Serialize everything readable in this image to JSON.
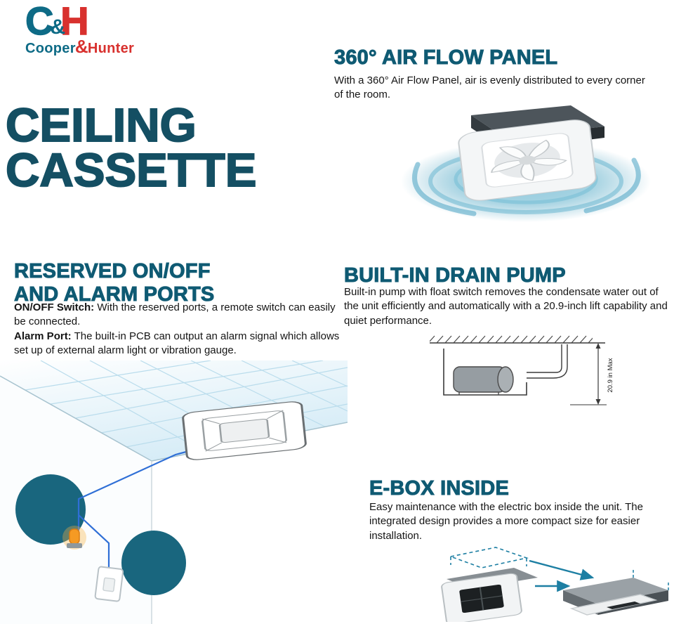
{
  "brand": {
    "mark_c": "C",
    "mark_amp": "&",
    "mark_h": "H",
    "name_cooper": "Cooper",
    "name_amp": "&",
    "name_hunter": "Hunter"
  },
  "hero": {
    "title_line1": "CEILING",
    "title_line2": "CASSETTE"
  },
  "sections": {
    "airflow": {
      "title": "360° AIR FLOW PANEL",
      "body": "With a 360° Air Flow Panel, air is evenly distributed to every corner of the room."
    },
    "ports": {
      "title_line1": "RESERVED ON/OFF",
      "title_line2": "AND ALARM PORTS",
      "p1_label": "ON/OFF Switch:",
      "p1_text": " With the reserved ports, a remote switch can easily be connected.",
      "p2_label": "Alarm Port:",
      "p2_text": " The built-in PCB can output an alarm signal which allows set up of external alarm light or vibration gauge."
    },
    "drain": {
      "title": "BUILT-IN DRAIN PUMP",
      "body": "Built-in pump with float switch removes the condensate water out of the unit efficiently and automatically with a 20.9-inch lift capability and quiet performance.",
      "dimension_label": "20.9 in Max"
    },
    "ebox": {
      "title": "E-BOX INSIDE",
      "body": "Easy maintenance with the electric box inside the unit. The integrated design provides a more compact size for easier installation."
    }
  },
  "colors": {
    "heading_teal": "#0f5a73",
    "hero_teal": "#144f63",
    "brand_red": "#d8312e",
    "circle_teal": "#19667e",
    "airflow_teal": "#4ea8c6",
    "wire_blue": "#2f6fd6",
    "alarm_orange": "#f59a23"
  },
  "icons": {
    "airflow_illustration": "ceiling-cassette-360-airflow-illustration",
    "drain_diagram": "drain-pump-lift-diagram",
    "room_illustration": "room-installation-illustration",
    "ebox_illustration": "ebox-cassette-units-illustration"
  }
}
